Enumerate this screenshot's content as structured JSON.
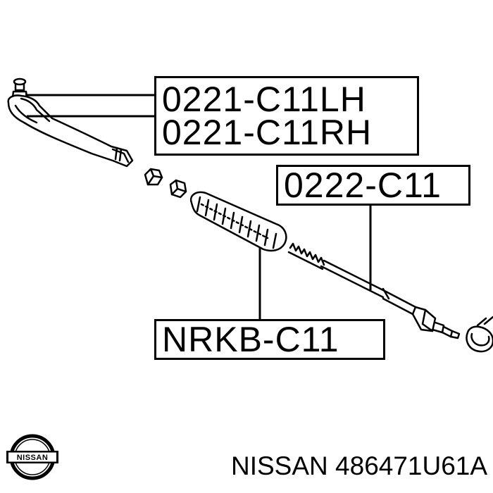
{
  "labels": {
    "tie_rod_end_lh": "0221-C11LH",
    "tie_rod_end_rh": "0221-C11RH",
    "inner_tie_rod": "0222-C11",
    "boot_kit": "NRKB-C11"
  },
  "footer": {
    "brand": "NISSAN",
    "part_number": "486471U61A",
    "text": "NISSAN 486471U61A"
  },
  "logo": {
    "text": "NISSAN",
    "color": "#000000"
  }
}
